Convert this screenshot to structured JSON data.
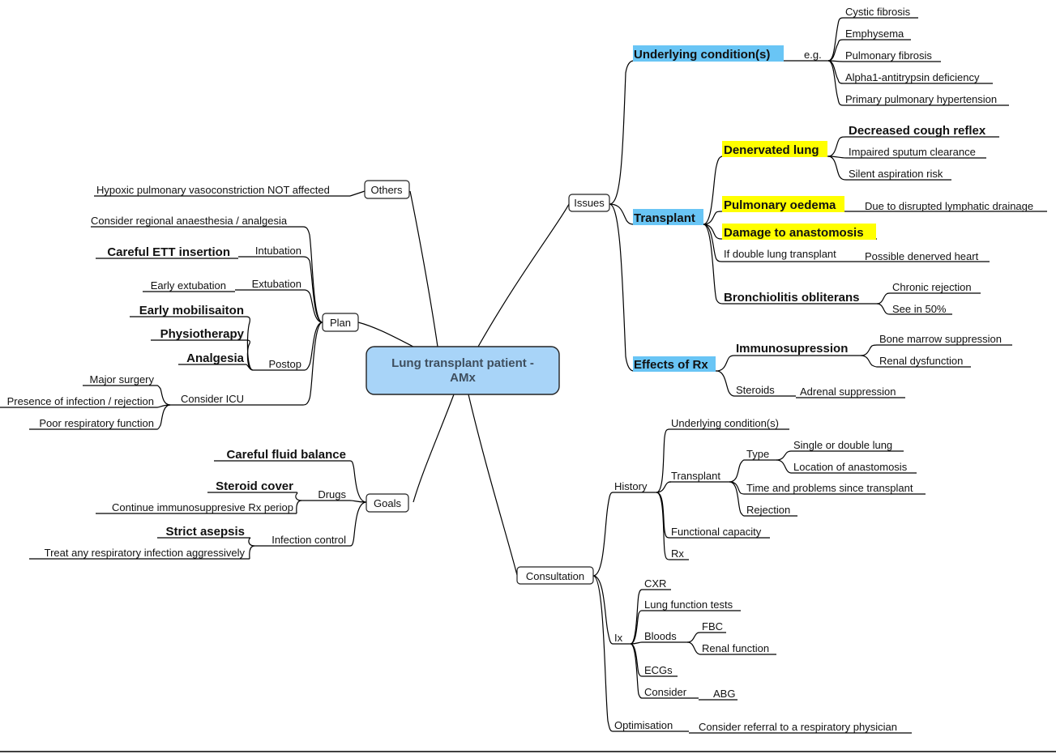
{
  "central": {
    "line1": "Lung transplant patient -",
    "line2": "AMx"
  },
  "issues": {
    "label": "Issues",
    "underlying": {
      "label": "Underlying condition(s)",
      "eg": "e.g.",
      "items": [
        "Cystic fibrosis",
        "Emphysema",
        "Pulmonary fibrosis",
        "Alpha1-antitrypsin deficiency",
        "Primary pulmonary hypertension"
      ]
    },
    "transplant": {
      "label": "Transplant",
      "denervated": {
        "label": "Denervated lung",
        "items": [
          "Decreased cough reflex",
          "Impaired sputum clearance",
          "Silent aspiration risk"
        ]
      },
      "oedema": {
        "label": "Pulmonary oedema",
        "detail": "Due to disrupted lymphatic drainage"
      },
      "anastomosis": {
        "label": "Damage to anastomosis"
      },
      "double": {
        "label": "If double lung transplant",
        "detail": "Possible denerved heart"
      },
      "bronch": {
        "label": "Bronchiolitis obliterans",
        "items": [
          "Chronic rejection",
          "See in 50%"
        ]
      }
    },
    "effects": {
      "label": "Effects of Rx",
      "immuno": {
        "label": "Immunosupression",
        "items": [
          "Bone marrow suppression",
          "Renal dysfunction"
        ]
      },
      "steroids": {
        "label": "Steroids",
        "detail": "Adrenal suppression"
      }
    }
  },
  "consultation": {
    "label": "Consultation",
    "history": {
      "label": "History",
      "underlying": "Underlying condition(s)",
      "transplant": {
        "label": "Transplant",
        "type": {
          "label": "Type",
          "items": [
            "Single or double lung",
            "Location of anastomosis"
          ]
        },
        "time": "Time and problems since transplant",
        "rejection": "Rejection"
      },
      "functional": "Functional capacity",
      "rx": "Rx"
    },
    "ix": {
      "label": "Ix",
      "cxr": "CXR",
      "lft": "Lung function tests",
      "bloods": {
        "label": "Bloods",
        "items": [
          "FBC",
          "Renal function"
        ]
      },
      "ecgs": "ECGs",
      "consider": {
        "label": "Consider",
        "detail": "ABG"
      }
    },
    "optimisation": {
      "label": "Optimisation",
      "detail": "Consider referral to a respiratory physician"
    }
  },
  "others": {
    "label": "Others",
    "detail": "Hypoxic pulmonary vasoconstriction NOT affected"
  },
  "plan": {
    "label": "Plan",
    "regional": "Consider regional anaesthesia / analgesia",
    "intubation": {
      "label": "Intubation",
      "detail": "Careful ETT insertion"
    },
    "extubation": {
      "label": "Extubation",
      "detail": "Early extubation"
    },
    "postop": {
      "label": "Postop",
      "items": [
        "Early mobilisaiton",
        "Physiotherapy",
        "Analgesia"
      ],
      "icu": {
        "label": "Consider ICU",
        "items": [
          "Major surgery",
          "Presence of infection / rejection",
          "Poor respiratory function"
        ]
      }
    }
  },
  "goals": {
    "label": "Goals",
    "fluid": "Careful fluid balance",
    "drugs": {
      "label": "Drugs",
      "items": [
        "Steroid cover",
        "Continue immunosuppresive Rx periop"
      ]
    },
    "infection": {
      "label": "Infection control",
      "items": [
        "Strict asepsis",
        "Treat any respiratory infection aggressively"
      ]
    }
  },
  "colors": {
    "yellow_highlight": "#ffff00",
    "blue_highlight": "#69c5f5",
    "central_fill": "#a8d4f8"
  }
}
